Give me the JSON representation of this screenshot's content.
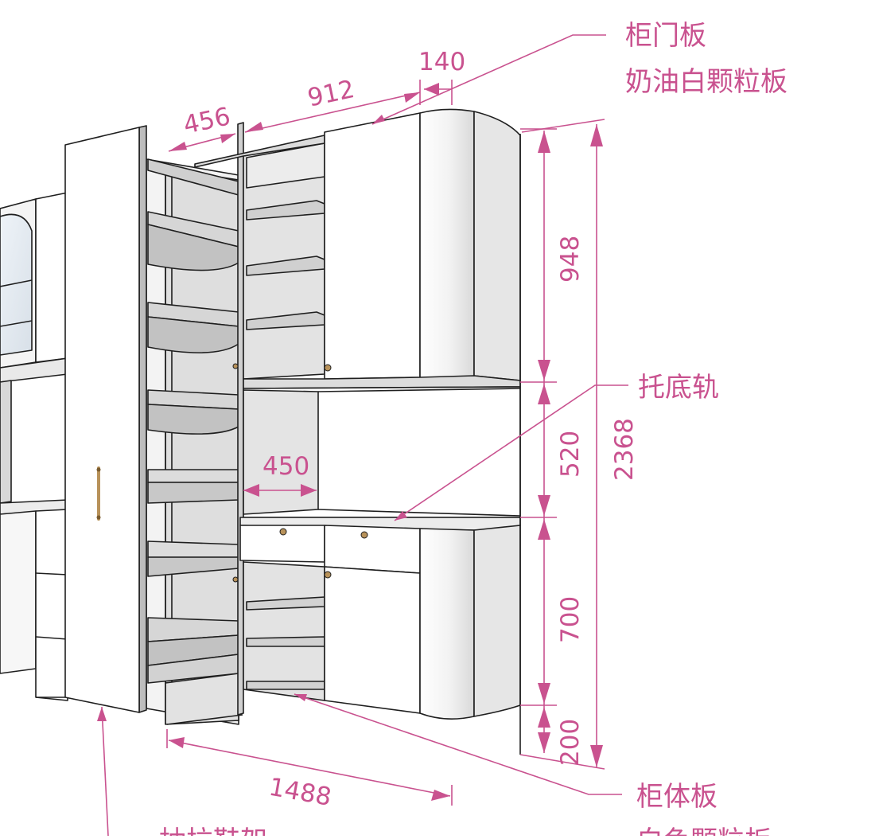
{
  "dimensions": {
    "pullout_width": "456",
    "upper_width": "912",
    "round_end_width": "140",
    "upper_height": "948",
    "open_niche_height": "520",
    "lower_height": "700",
    "plinth_height": "200",
    "total_height": "2368",
    "niche_depth": "450",
    "total_length": "1488"
  },
  "annotations": {
    "door_panel_title": "柜门板",
    "door_panel_material": "奶油白颗粒板",
    "bottom_rail": "托底轨",
    "carcass_panel_title": "柜体板",
    "carcass_panel_material": "白色颗粒板",
    "pullout_rack": "抽拉鞋架"
  },
  "colors": {
    "annotation": "#c9528f",
    "line": "#1f1f1f",
    "panel_white": "#ffffff",
    "panel_shade": "#e6e6e6",
    "panel_dark": "#bdbdbd",
    "brass": "#b8925a"
  }
}
